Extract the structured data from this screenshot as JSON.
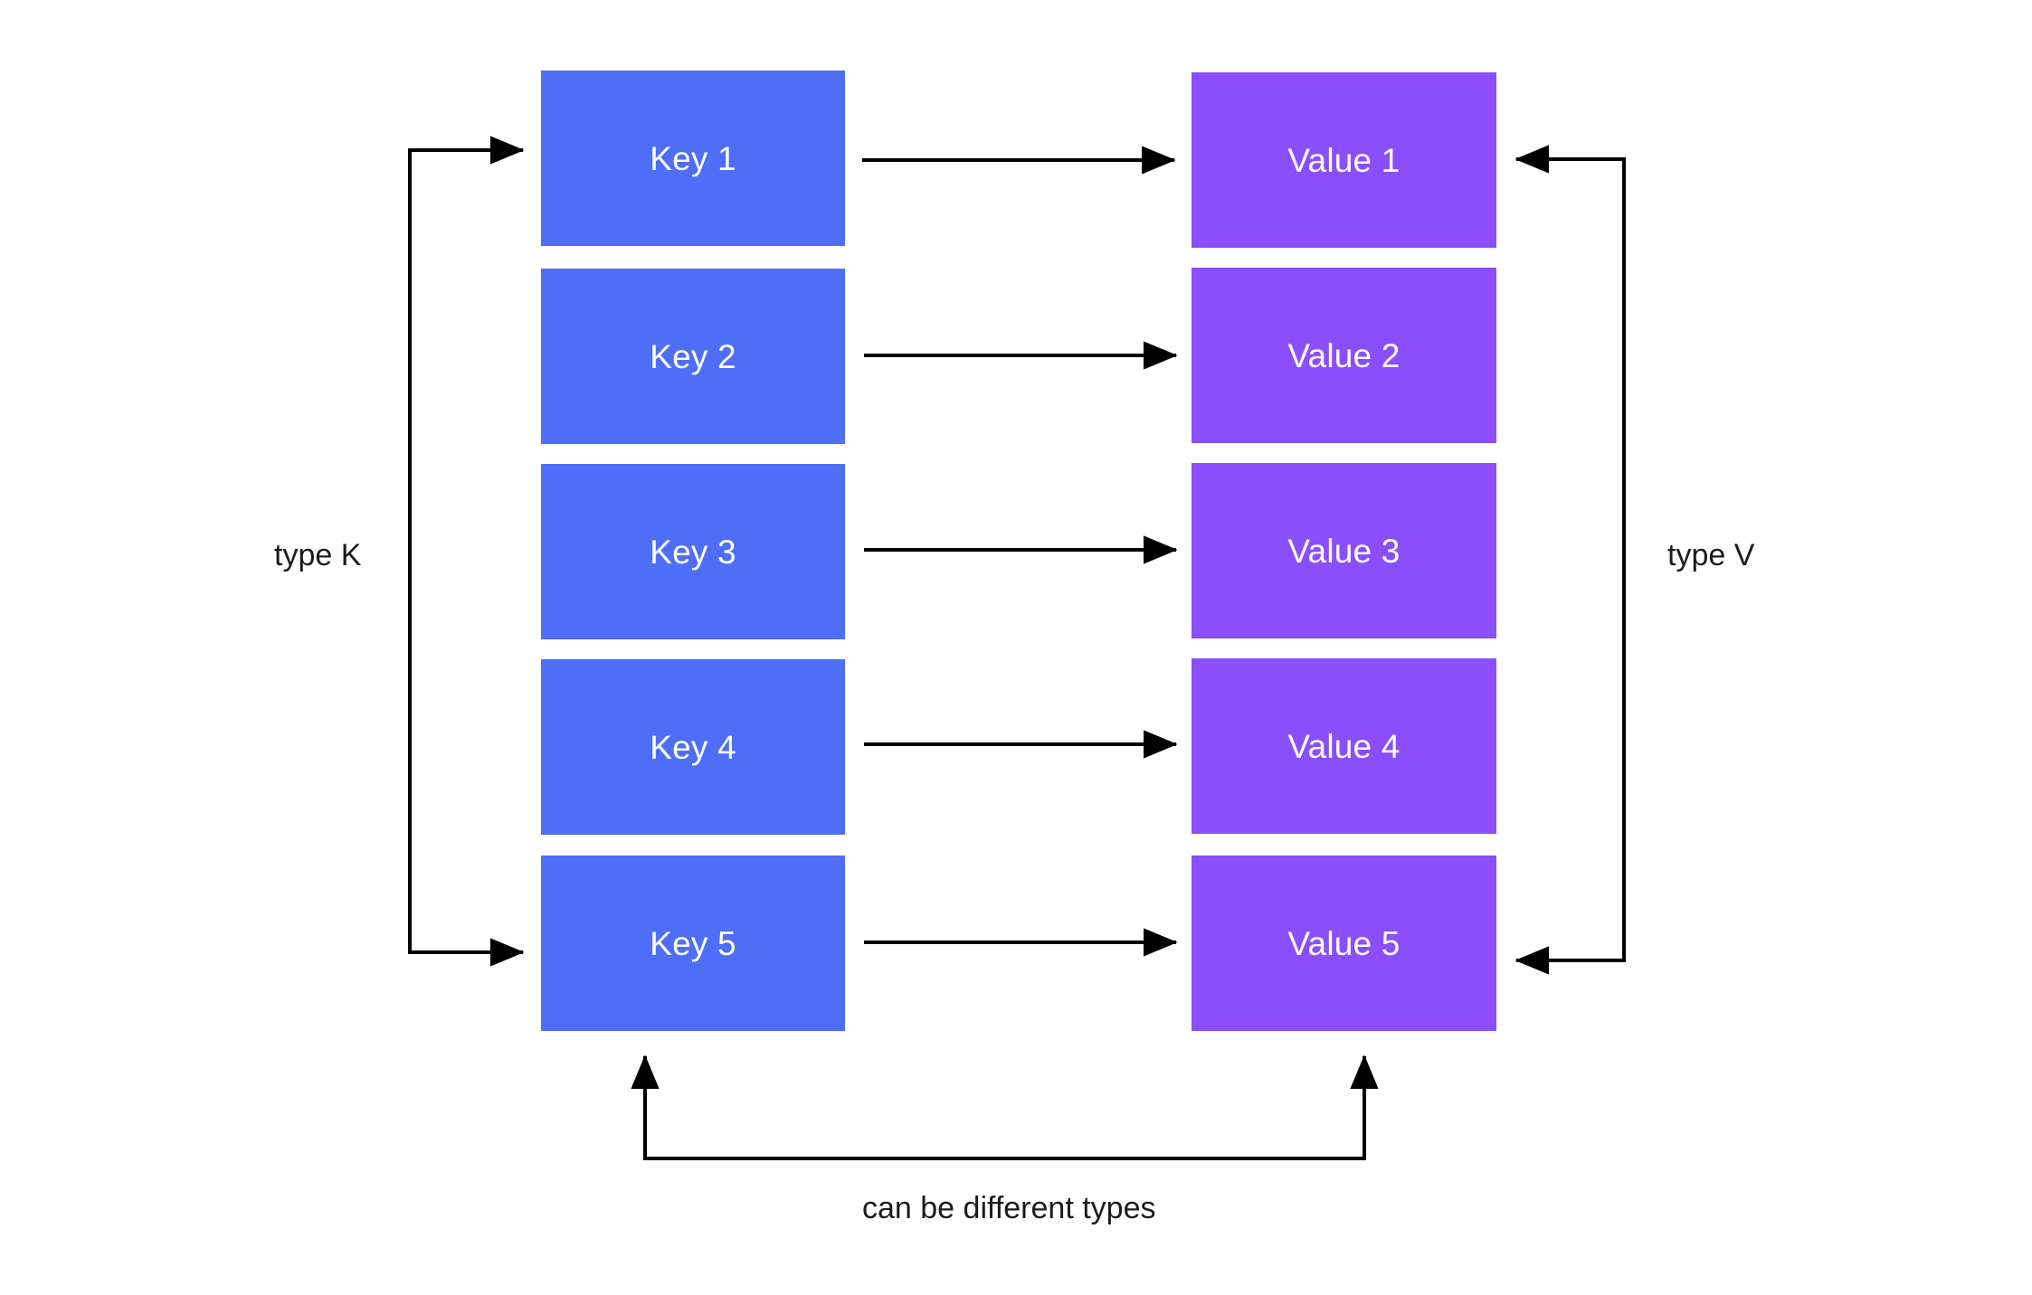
{
  "diagram": {
    "title": "Map key-value pair type diagram",
    "background_color": "#ffffff",
    "key_color": "#4F6EF7",
    "value_color": "#8B4EFC",
    "line_color": "#000000",
    "keys": [
      {
        "label": "Key 1"
      },
      {
        "label": "Key 2"
      },
      {
        "label": "Key 3"
      },
      {
        "label": "Key 4"
      },
      {
        "label": "Key 5"
      }
    ],
    "values": [
      {
        "label": "Value 1"
      },
      {
        "label": "Value 2"
      },
      {
        "label": "Value 3"
      },
      {
        "label": "Value 4"
      },
      {
        "label": "Value 5"
      }
    ],
    "annotations": {
      "left_bracket_label": "type K",
      "right_bracket_label": "type V",
      "bottom_bracket_label": "can be different types"
    }
  }
}
